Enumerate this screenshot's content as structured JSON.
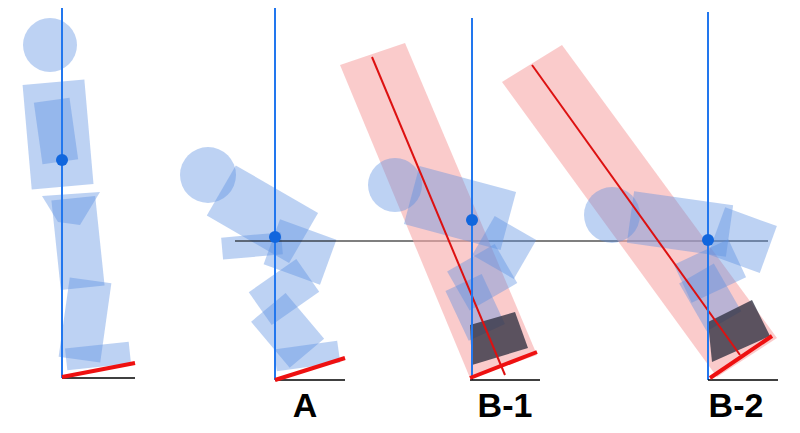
{
  "diagram": {
    "labels": [
      "A",
      "B-1",
      "B-2"
    ]
  }
}
